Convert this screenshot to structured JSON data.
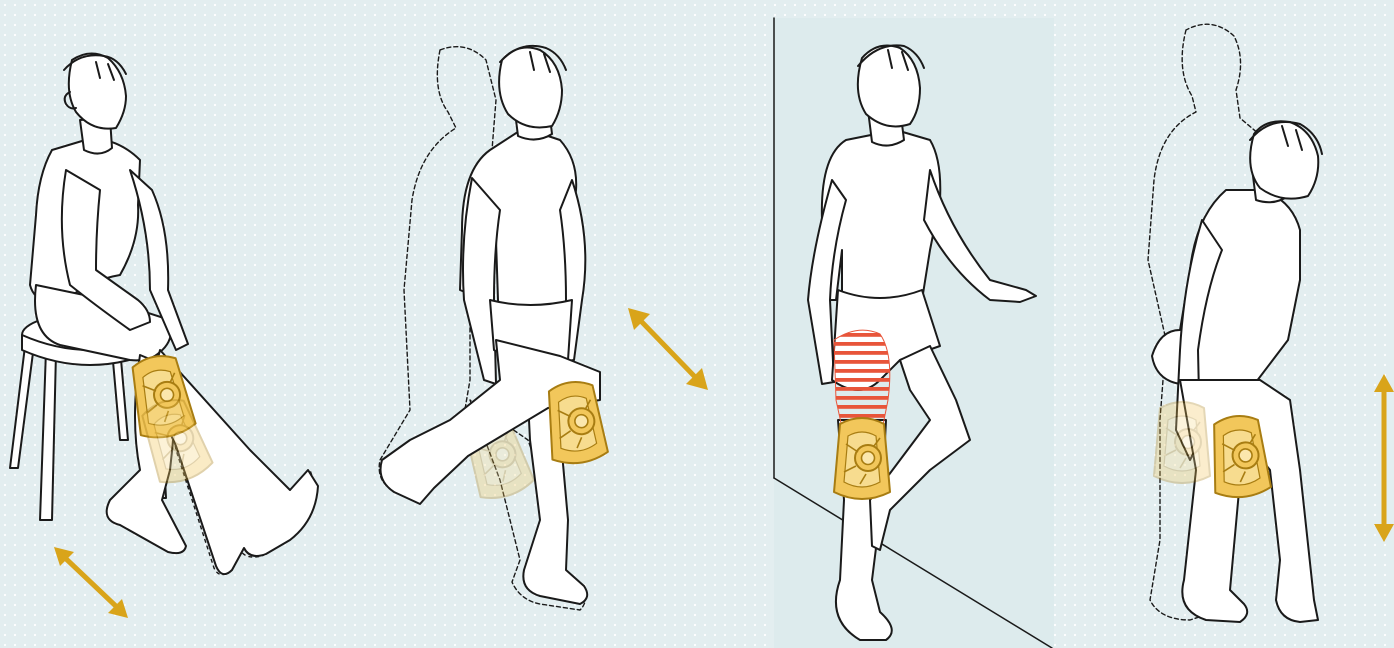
{
  "colors": {
    "background": "#e3eef0",
    "dot_pattern": "#ffffff",
    "wall_panel": "#ddebed",
    "outline": "#1a1a1a",
    "brace_fill": "#f2c75b",
    "brace_light": "#f7dc8f",
    "brace_stroke": "#a87d12",
    "arrow": "#d9a41a",
    "muscle_stripes": "#e8553a"
  },
  "icons": [
    "seated-leg-extension",
    "standing-leg-raise",
    "wall-supported-knee-bend",
    "wall-squat",
    "double-headed-arrow",
    "knee-brace",
    "thigh-muscle-highlight"
  ]
}
